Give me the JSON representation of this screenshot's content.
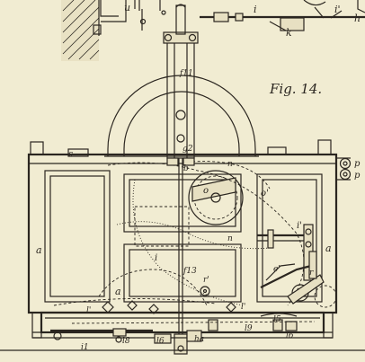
{
  "figure": {
    "caption": "Fig. 14."
  },
  "labels": {
    "u": "u",
    "i_top": "i",
    "k": "k",
    "i2_top": "i'",
    "h": "h",
    "f11": "f11",
    "p1": "p",
    "p2": "p",
    "g2": "g2",
    "b": "b",
    "n1": "n",
    "n2": "n",
    "c": "c",
    "o": "o",
    "o1": "o'",
    "a_left": "a",
    "a_right": "a",
    "a_bottom": "a",
    "i_mid": "i",
    "f13": "f13",
    "i1_right": "i'",
    "r1": "r'",
    "e1": "e'",
    "r": "r",
    "l4": "l'",
    "l_bottom": "l'",
    "i1_bottom": "i1",
    "l8": "l8",
    "l6": "l6",
    "ha": "ha",
    "l9": "l9",
    "l5": "l5",
    "l6b": "l6"
  }
}
